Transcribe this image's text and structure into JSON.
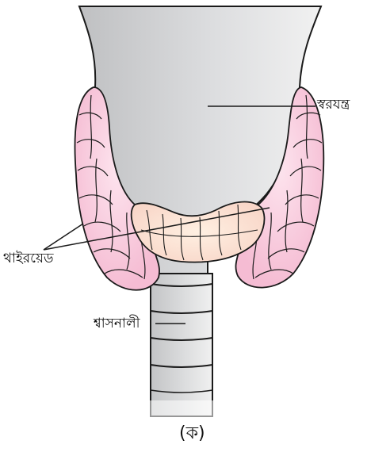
{
  "labels": {
    "larynx": "স্বরযন্ত্র",
    "thyroid": "থাইরয়েড",
    "trachea": "শ্বাসনালী",
    "caption": "(ক)"
  },
  "colors": {
    "lobe_fill": "#f7c9dc",
    "lobe_highlight": "#fde7ef",
    "isthmus_fill": "#fbe3d3",
    "larynx_fill": "#cfd0d2",
    "larynx_highlight": "#ecedee",
    "trachea_fill": "#d9dadb",
    "stroke": "#1a1a1a"
  }
}
